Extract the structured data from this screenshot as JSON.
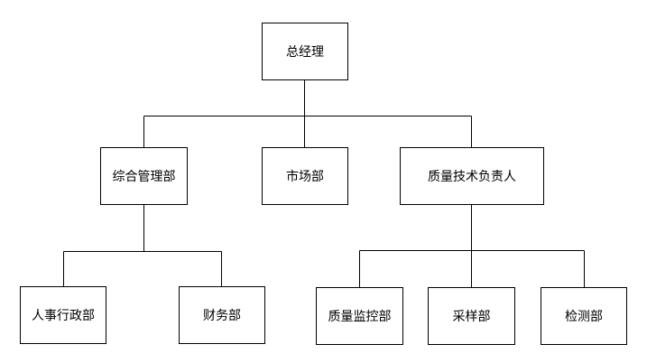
{
  "org_chart": {
    "root": {
      "label": "总经理"
    },
    "level1": [
      {
        "label": "综合管理部"
      },
      {
        "label": "市场部"
      },
      {
        "label": "质量技术负责人"
      }
    ],
    "level2_admin": [
      {
        "label": "人事行政部"
      },
      {
        "label": "财务部"
      }
    ],
    "level2_quality": [
      {
        "label": "质量监控部"
      },
      {
        "label": "采样部"
      },
      {
        "label": "检测部"
      }
    ]
  }
}
